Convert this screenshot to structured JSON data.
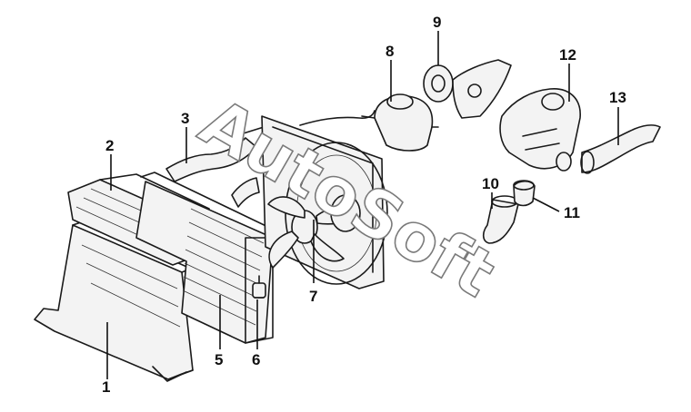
{
  "watermark": "AutoSoft",
  "callouts": [
    {
      "id": "1",
      "label": "1"
    },
    {
      "id": "2",
      "label": "2"
    },
    {
      "id": "3",
      "label": "3"
    },
    {
      "id": "5",
      "label": "5"
    },
    {
      "id": "6",
      "label": "6"
    },
    {
      "id": "7",
      "label": "7"
    },
    {
      "id": "8",
      "label": "8"
    },
    {
      "id": "9",
      "label": "9"
    },
    {
      "id": "10",
      "label": "10"
    },
    {
      "id": "11",
      "label": "11"
    },
    {
      "id": "12",
      "label": "12"
    },
    {
      "id": "13",
      "label": "13"
    }
  ],
  "colors": {
    "line": "#1a1a1a",
    "watermark_outline": "#7a7a7a",
    "background": "#ffffff"
  }
}
